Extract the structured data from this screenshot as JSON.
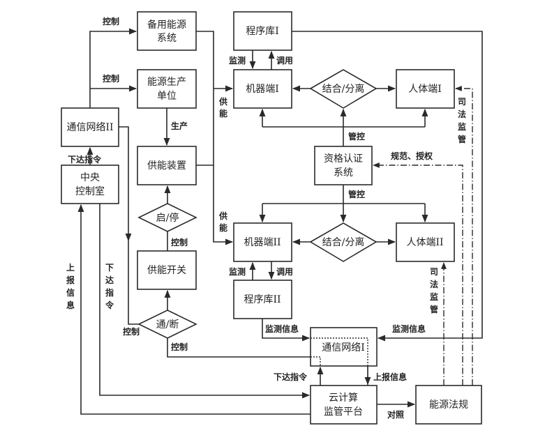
{
  "nodes": {
    "backup_energy": [
      "备用能源",
      "系统"
    ],
    "energy_production": [
      "能源生产",
      "单位"
    ],
    "comm_network_2": "通信网络II",
    "central_control": [
      "中央",
      "控制室"
    ],
    "power_supply_device": "供能装置",
    "start_stop": "启/停",
    "power_switch": "供能开关",
    "on_off": "通/断",
    "program_lib_1": "程序库I",
    "machine_1": "机器端I",
    "combine_separate_1": "结合/分离",
    "human_1": "人体端I",
    "qualification_system": [
      "资格认证",
      "系统"
    ],
    "machine_2": "机器端II",
    "combine_separate_2": "结合/分离",
    "human_2": "人体端II",
    "program_lib_2": "程序库II",
    "comm_network_1": "通信网络I",
    "cloud_platform": [
      "云计算",
      "监管平台"
    ],
    "energy_regulations": "能源法规"
  },
  "labels": {
    "control": "控制",
    "produce": "生产",
    "issue_command": "下达指令",
    "issue_command_v": [
      "下",
      "达",
      "指",
      "令"
    ],
    "report_info_v": [
      "上",
      "报",
      "信",
      "息"
    ],
    "report_info": "上报信息",
    "supply_v": [
      "供",
      "能"
    ],
    "monitor": "监测",
    "invoke": "调用",
    "manage_control": "管控",
    "standardize_authorize": "规范、授权",
    "judicial_supervision_v": [
      "司",
      "法",
      "监",
      "管"
    ],
    "monitor_info": "监测信息",
    "compare": "对照"
  }
}
